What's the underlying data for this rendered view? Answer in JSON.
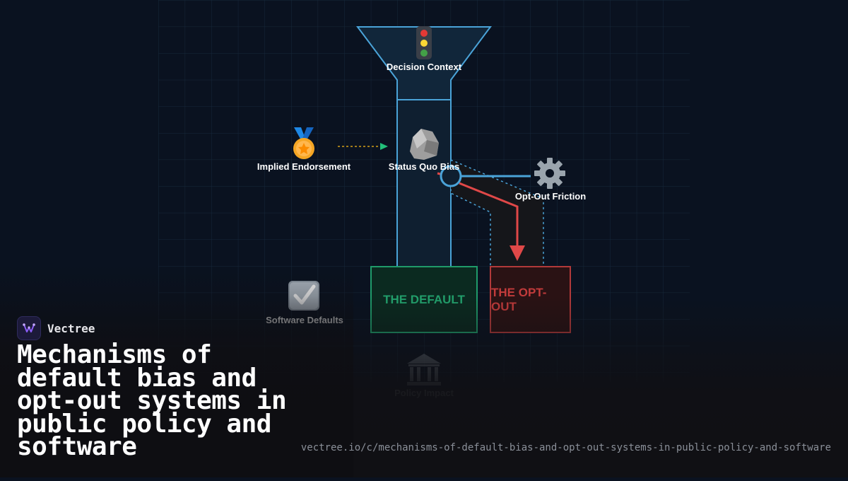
{
  "diagram": {
    "nodes": {
      "decision_context": {
        "label": "Decision Context",
        "icon": "traffic-light-icon"
      },
      "implied_endorsement": {
        "label": "Implied Endorsement",
        "icon": "medal-icon"
      },
      "status_quo_bias": {
        "label": "Status Quo Bias",
        "icon": "rock-icon"
      },
      "opt_out_friction": {
        "label": "Opt-Out Friction",
        "icon": "gear-icon"
      },
      "software_defaults": {
        "label": "Software Defaults",
        "icon": "check-box-icon"
      },
      "policy_impact": {
        "label": "Policy Impact",
        "icon": "classical-building-icon"
      }
    },
    "outcomes": {
      "default": {
        "label": "THE DEFAULT",
        "color": "#22a06c"
      },
      "opt_out": {
        "label": "THE OPT-OUT",
        "color": "#c23b3b"
      }
    },
    "colors": {
      "pipe_stroke": "#4aa3d8",
      "arrow_red": "#e04848",
      "endorsement_arrow": "#d4a017",
      "endorsement_arrowhead": "#22c07a"
    }
  },
  "brand": {
    "name": "Vectree",
    "logo_icon": "vectree-logo-icon"
  },
  "title": "Mechanisms of default bias and opt-out systems in public policy and software",
  "url": "vectree.io/c/mechanisms-of-default-bias-and-opt-out-systems-in-public-policy-and-software"
}
